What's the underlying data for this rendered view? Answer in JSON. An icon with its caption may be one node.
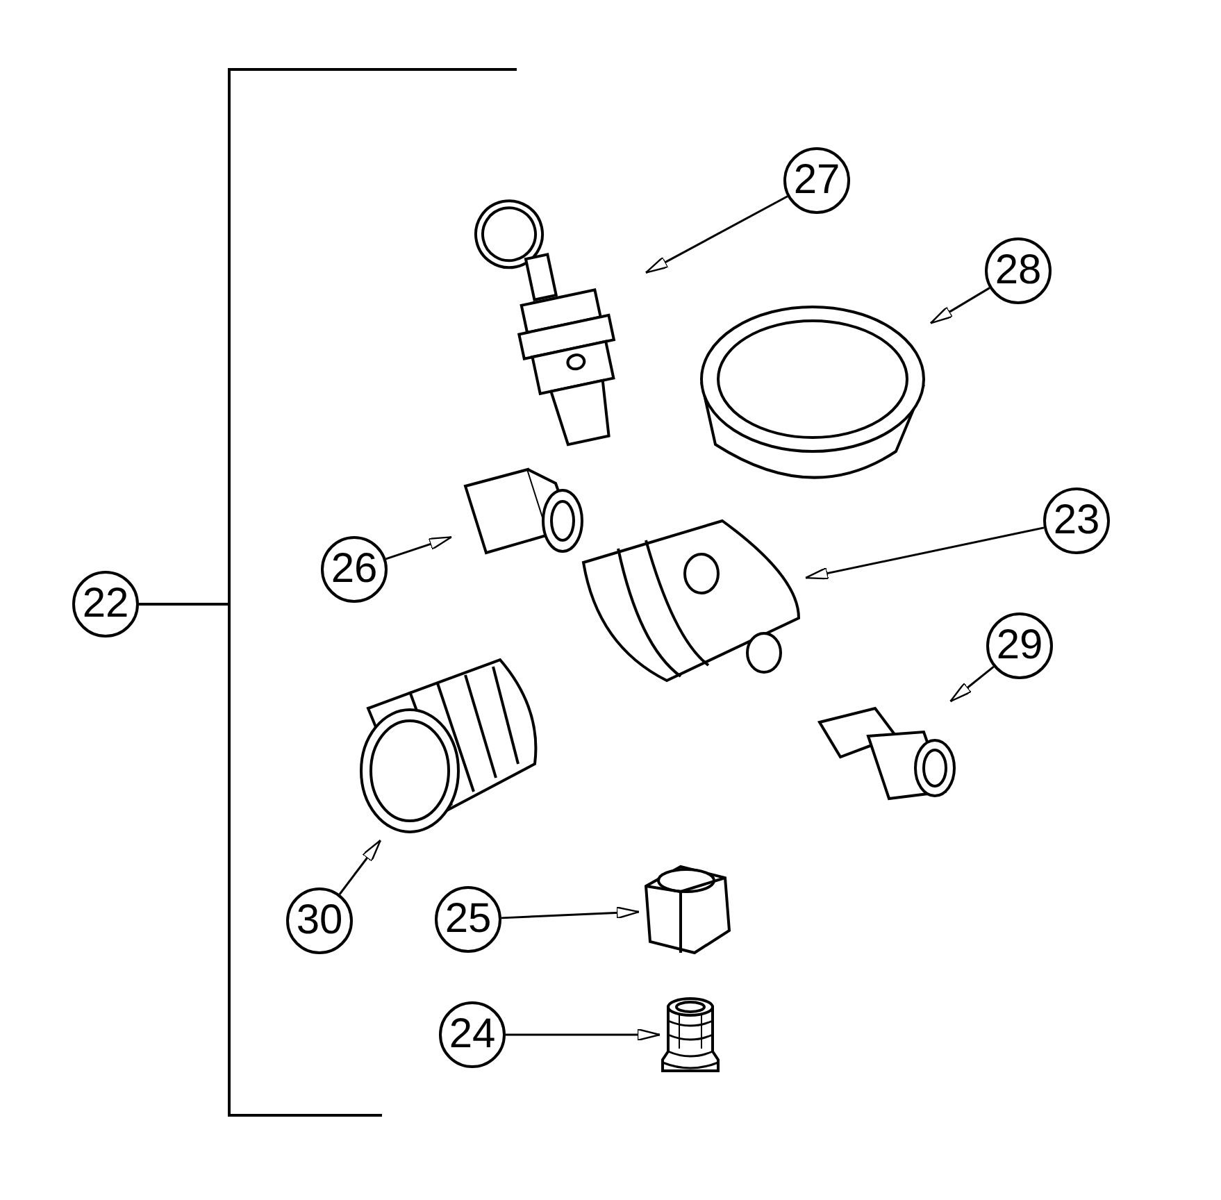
{
  "diagram": {
    "nodes": [
      {
        "text": [
          "22"
        ]
      },
      {
        "text": [
          "27"
        ]
      },
      {
        "text": [],
        "shape": "picture"
      },
      {
        "text": [
          "28"
        ]
      },
      {
        "text": [],
        "shape": "picture"
      },
      {
        "text": [
          "26"
        ]
      },
      {
        "text": [],
        "shape": "picture"
      },
      {
        "text": [
          "23"
        ]
      },
      {
        "text": [],
        "shape": "picture"
      },
      {
        "text": [
          "29"
        ]
      },
      {
        "text": [],
        "shape": "picture"
      },
      {
        "text": [
          "30"
        ]
      },
      {
        "text": [],
        "shape": "picture"
      },
      {
        "text": [
          "25"
        ]
      },
      {
        "text": [],
        "shape": "picture"
      },
      {
        "text": [
          "24"
        ]
      },
      {
        "text": [],
        "shape": "picture"
      }
    ],
    "edges": [
      {
        "from": 1,
        "to": 2,
        "arrow": "to"
      },
      {
        "from": 3,
        "to": 4,
        "arrow": "to"
      },
      {
        "from": 5,
        "to": 6,
        "arrow": "to"
      },
      {
        "from": 7,
        "to": 8,
        "arrow": "to"
      },
      {
        "from": 9,
        "to": 10,
        "arrow": "to"
      },
      {
        "from": 11,
        "to": 12,
        "arrow": "to"
      },
      {
        "from": 13,
        "to": 14,
        "arrow": "to"
      },
      {
        "from": 15,
        "to": 16,
        "arrow": "to"
      }
    ]
  }
}
